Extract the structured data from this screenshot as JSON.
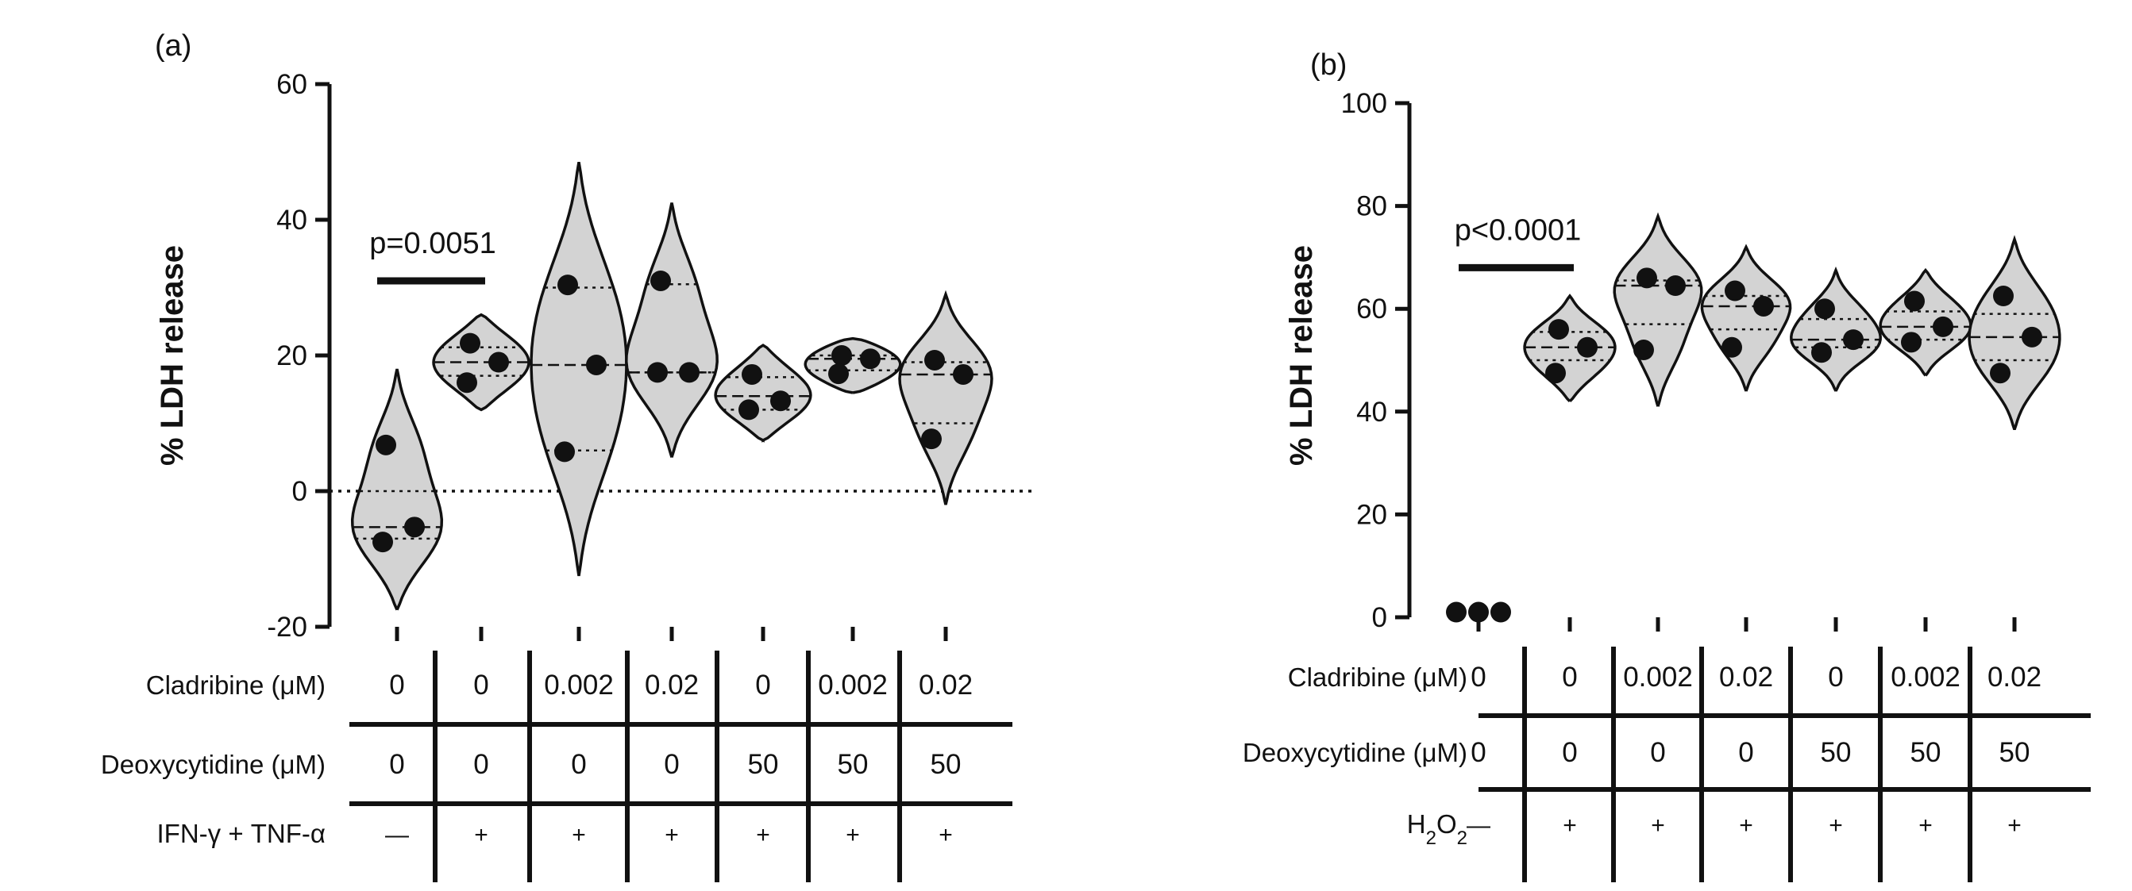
{
  "chart_data": [
    {
      "panel": "(a)",
      "type": "violin",
      "ylabel": "% LDH release",
      "ylim": [
        -20,
        60
      ],
      "yticks": [
        -20,
        0,
        20,
        40,
        60
      ],
      "zero_line": "dotted",
      "annotation": {
        "text": "p=0.0051",
        "between": [
          1,
          2
        ],
        "y": 31
      },
      "groups": [
        {
          "points": [
            6.8,
            -5.3,
            -7.5
          ],
          "median": -5.3,
          "q1": -7.0,
          "q3": 0.0,
          "min": -17.5,
          "max": 18.0
        },
        {
          "points": [
            21.8,
            19.0,
            16.0
          ],
          "median": 19.0,
          "q1": 17.0,
          "q3": 21.2,
          "min": 12.0,
          "max": 26.0
        },
        {
          "points": [
            30.4,
            18.6,
            5.8
          ],
          "median": 18.6,
          "q1": 6.0,
          "q3": 30.0,
          "min": -12.5,
          "max": 48.5
        },
        {
          "points": [
            31.0,
            17.5,
            17.5
          ],
          "median": 17.5,
          "q1": 17.5,
          "q3": 30.5,
          "min": 5.0,
          "max": 42.5
        },
        {
          "points": [
            17.2,
            13.3,
            12.0
          ],
          "median": 14.0,
          "q1": 12.0,
          "q3": 16.8,
          "min": 7.5,
          "max": 21.5
        },
        {
          "points": [
            20.0,
            19.5,
            17.3
          ],
          "median": 19.5,
          "q1": 17.8,
          "q3": 20.0,
          "min": 14.5,
          "max": 22.5
        },
        {
          "points": [
            19.3,
            17.2,
            7.7
          ],
          "median": 17.2,
          "q1": 10.0,
          "q3": 19.0,
          "min": -2.0,
          "max": 29.0
        }
      ],
      "table": [
        {
          "label": "Cladribine (μM)",
          "values": [
            "0",
            "0",
            "0.002",
            "0.02",
            "0",
            "0.002",
            "0.02"
          ]
        },
        {
          "label": "Deoxycytidine (μM)",
          "values": [
            "0",
            "0",
            "0",
            "0",
            "50",
            "50",
            "50"
          ]
        },
        {
          "label": "IFN-γ + TNF-α",
          "values": [
            "—",
            "+",
            "+",
            "+",
            "+",
            "+",
            "+"
          ]
        }
      ]
    },
    {
      "panel": "(b)",
      "type": "violin",
      "ylabel": "% LDH release",
      "ylim": [
        0,
        100
      ],
      "yticks": [
        0,
        20,
        40,
        60,
        80,
        100
      ],
      "annotation": {
        "text": "p<0.0001",
        "between": [
          1,
          2
        ],
        "y": 68
      },
      "groups": [
        {
          "points": [
            1.0,
            1.0,
            1.0
          ],
          "median": 1.0,
          "q1": 1.0,
          "q3": 1.0,
          "min": 1.0,
          "max": 1.0
        },
        {
          "points": [
            56.0,
            52.5,
            47.5
          ],
          "median": 52.5,
          "q1": 50.0,
          "q3": 55.5,
          "min": 42.0,
          "max": 62.5
        },
        {
          "points": [
            66.0,
            64.5,
            52.0
          ],
          "median": 64.5,
          "q1": 57.0,
          "q3": 65.5,
          "min": 41.0,
          "max": 78.0
        },
        {
          "points": [
            63.5,
            60.5,
            52.5
          ],
          "median": 60.5,
          "q1": 56.0,
          "q3": 62.5,
          "min": 44.0,
          "max": 72.0
        },
        {
          "points": [
            60.0,
            54.0,
            51.5
          ],
          "median": 54.0,
          "q1": 52.5,
          "q3": 58.0,
          "min": 44.0,
          "max": 67.5
        },
        {
          "points": [
            61.5,
            56.5,
            53.5
          ],
          "median": 56.5,
          "q1": 54.0,
          "q3": 59.5,
          "min": 47.0,
          "max": 67.5
        },
        {
          "points": [
            62.5,
            54.5,
            47.5
          ],
          "median": 54.5,
          "q1": 50.0,
          "q3": 59.0,
          "min": 36.5,
          "max": 73.5
        }
      ],
      "table": [
        {
          "label": "Cladribine (μM)",
          "values": [
            "0",
            "0",
            "0.002",
            "0.02",
            "0",
            "0.002",
            "0.02"
          ]
        },
        {
          "label": "Deoxycytidine (μM)",
          "values": [
            "0",
            "0",
            "0",
            "0",
            "50",
            "50",
            "50"
          ]
        },
        {
          "label": "H2O2",
          "values": [
            "—",
            "+",
            "+",
            "+",
            "+",
            "+",
            "+"
          ]
        }
      ]
    }
  ]
}
